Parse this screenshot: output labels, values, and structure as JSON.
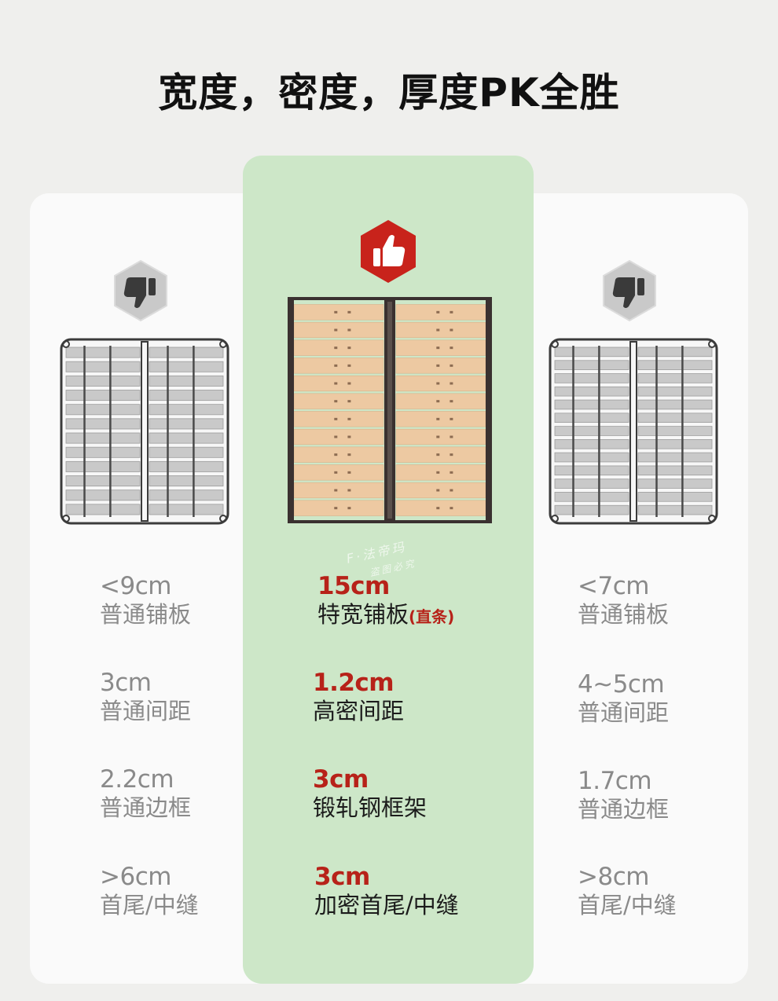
{
  "title": "宽度，密度，厚度PK全胜",
  "colors": {
    "accent_red": "#b72219",
    "panel_green": "#cde7c8",
    "muted_text": "#8a8a8a"
  },
  "icons": {
    "left_badge": "thumbs-down-icon",
    "center_badge": "thumbs-up-icon",
    "right_badge": "thumbs-down-icon"
  },
  "watermark": {
    "brand": "F·法帝玛",
    "note": "盗图必究"
  },
  "columns": {
    "left": {
      "specs": [
        {
          "value": "<9cm",
          "label": "普通铺板"
        },
        {
          "value": "3cm",
          "label": "普通间距"
        },
        {
          "value": "2.2cm",
          "label": "普通边框"
        },
        {
          "value": ">6cm",
          "label": "首尾/中缝"
        }
      ]
    },
    "center": {
      "specs": [
        {
          "value": "15cm",
          "label": "特宽铺板",
          "note": "(直条)"
        },
        {
          "value": "1.2cm",
          "label": "高密间距"
        },
        {
          "value": "3cm",
          "label": "锻轧钢框架"
        },
        {
          "value": "3cm",
          "label": "加密首尾/中缝"
        }
      ]
    },
    "right": {
      "specs": [
        {
          "value": "<7cm",
          "label": "普通铺板"
        },
        {
          "value": "4~5cm",
          "label": "普通间距"
        },
        {
          "value": "1.7cm",
          "label": "普通边框"
        },
        {
          "value": ">8cm",
          "label": "首尾/中缝"
        }
      ]
    }
  }
}
